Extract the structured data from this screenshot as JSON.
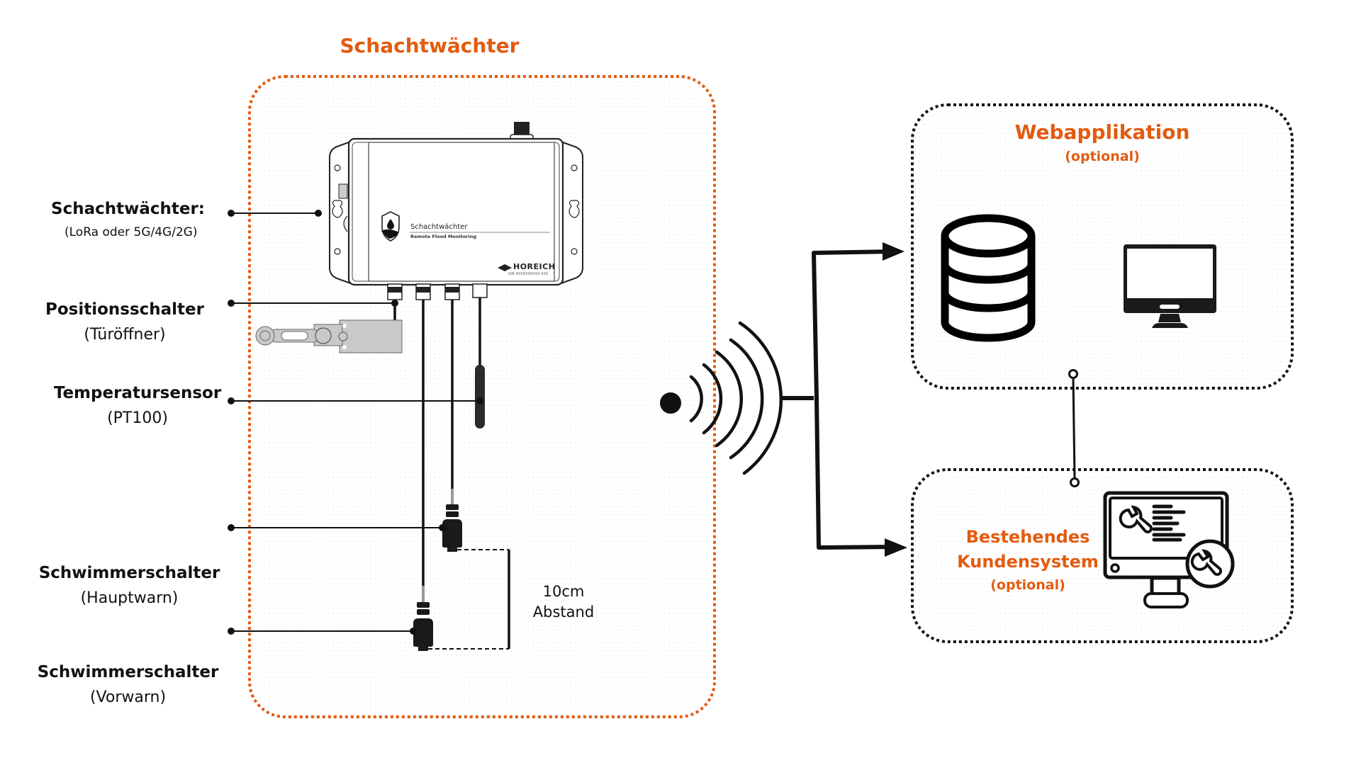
{
  "colors": {
    "accent": "#E35B0F",
    "line": "#111111",
    "box_fill": "#f8f8f8",
    "switch_grey": "#c9c9c9"
  },
  "main_box": {
    "title": "Schachtwächter"
  },
  "labels": [
    {
      "id": "schachtwaechter",
      "title": "Schachtwächter:",
      "subtitle": "(LoRa oder 5G/4G/2G)"
    },
    {
      "id": "positionsschalter",
      "title": "Positionsschalter",
      "subtitle": "(Türöffner)"
    },
    {
      "id": "temperatursensor",
      "title": "Temperatursensor",
      "subtitle": "(PT100)"
    },
    {
      "id": "schwimmer-haupt",
      "title": "Schwimmerschalter",
      "subtitle": "(Hauptwarn)"
    },
    {
      "id": "schwimmer-vor",
      "title": "Schwimmerschalter",
      "subtitle": "(Vorwarn)"
    }
  ],
  "device": {
    "product_name": "Schachtwächter",
    "tagline": "Remote Flood Monitoring",
    "brand": "HOREICH",
    "serial": "S/N XXXXXXXXXX XXX",
    "icons": [
      "shield-water-logo-icon",
      "horeich-logo-icon"
    ]
  },
  "dimension": {
    "value": "10cm",
    "label": "Abstand"
  },
  "wireless": {
    "icon": "wireless-signal-icon"
  },
  "web_box": {
    "title": "Webapplikation",
    "subtitle": "(optional)",
    "icons": [
      "database-icon",
      "monitor-icon"
    ]
  },
  "customer_box": {
    "title_line1": "Bestehendes",
    "title_line2": "Kundensystem",
    "subtitle": "(optional)",
    "icons": [
      "monitor-settings-icon"
    ]
  }
}
